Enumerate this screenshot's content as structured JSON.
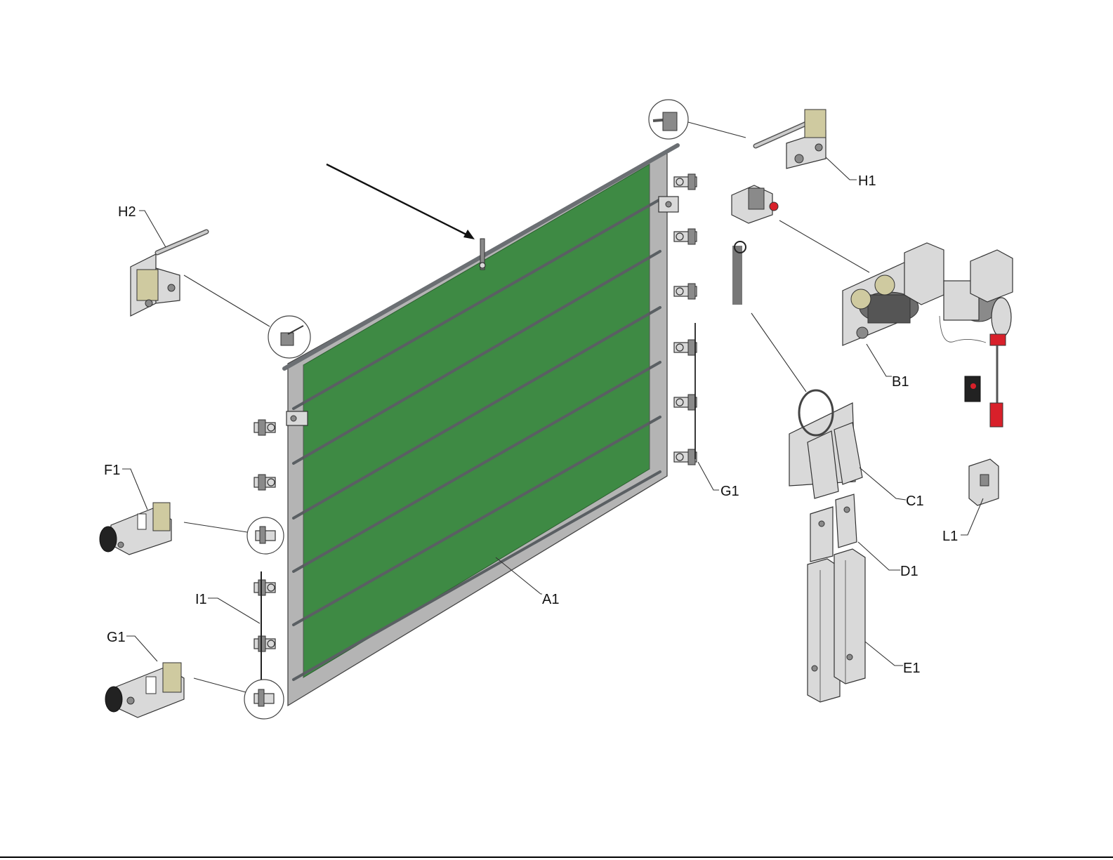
{
  "diagram": {
    "labels": {
      "a1": "A1",
      "b1": "B1",
      "c1": "C1",
      "d1": "D1",
      "e1": "E1",
      "f1": "F1",
      "g1_left": "G1",
      "g1_right": "G1",
      "h1": "H1",
      "h2": "H2",
      "i1": "I1",
      "l1": "L1"
    },
    "colors": {
      "curtain": "#3e8a44",
      "frame": "#b4b4b4",
      "motor_accent": "#d8202a",
      "hardware": "#d9d9d9"
    }
  }
}
